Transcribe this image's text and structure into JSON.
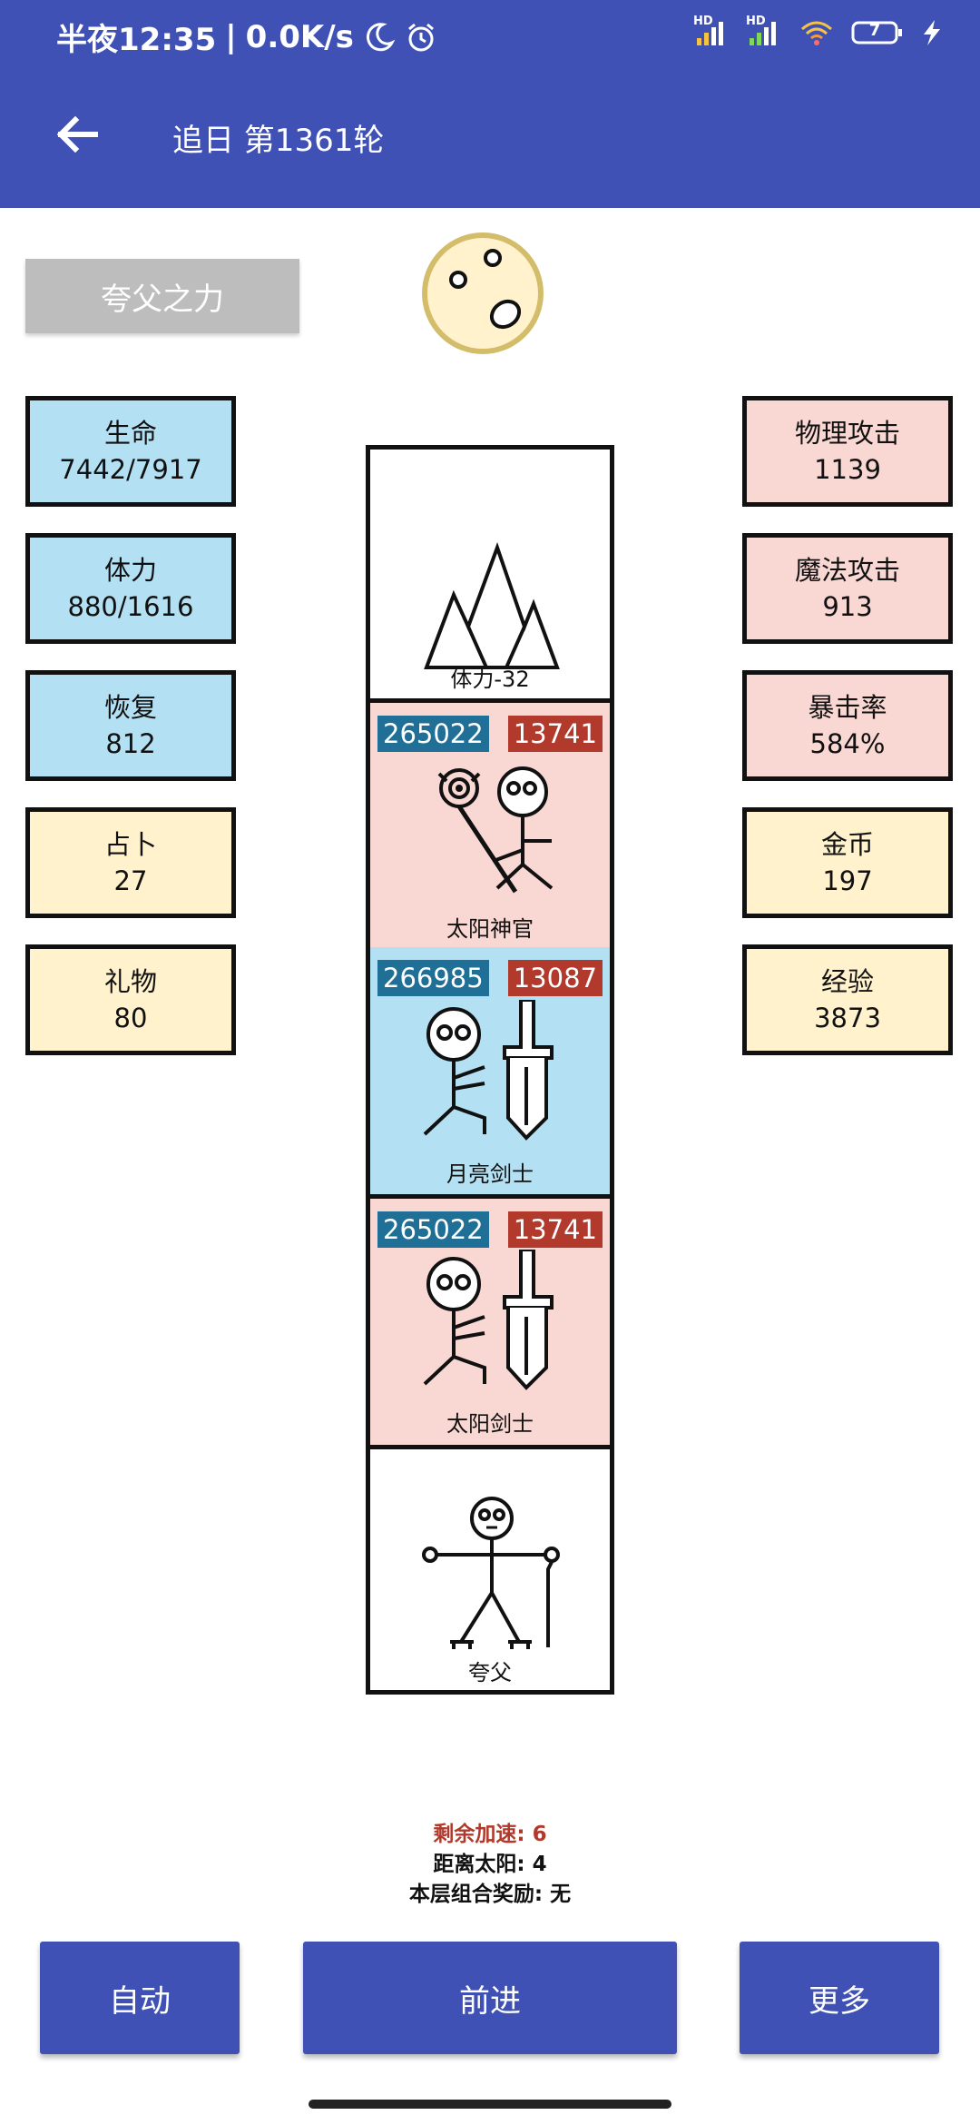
{
  "status_bar": {
    "time": "半夜12:35",
    "speed": "0.0K/s",
    "separator": "|",
    "network_1": "HD",
    "network_2": "HD",
    "battery": "7"
  },
  "header": {
    "title": "追日 第1361轮"
  },
  "power_button": "夸父之力",
  "left_stats": [
    {
      "label": "生命",
      "value": "7442/7917"
    },
    {
      "label": "体力",
      "value": "880/1616"
    },
    {
      "label": "恢复",
      "value": "812"
    },
    {
      "label": "占卜",
      "value": "27"
    },
    {
      "label": "礼物",
      "value": "80"
    }
  ],
  "right_stats": [
    {
      "label": "物理攻击",
      "value": "1139"
    },
    {
      "label": "魔法攻击",
      "value": "913"
    },
    {
      "label": "暴击率",
      "value": "584%"
    },
    {
      "label": "金币",
      "value": "197"
    },
    {
      "label": "经验",
      "value": "3873"
    }
  ],
  "tower": {
    "cells": [
      {
        "caption": "体力-32",
        "icon": "mountain-icon"
      },
      {
        "caption": "太阳神官",
        "hp": "265022",
        "atk": "13741",
        "icon": "sun-priest-icon",
        "color": "#f9d7d3"
      },
      {
        "caption": "月亮剑士",
        "hp": "266985",
        "atk": "13087",
        "icon": "moon-swordsman-icon",
        "color": "#b3e0f2"
      },
      {
        "caption": "太阳剑士",
        "hp": "265022",
        "atk": "13741",
        "icon": "sun-swordsman-icon",
        "color": "#f9d7d3"
      },
      {
        "caption": "夸父",
        "icon": "kuafu-icon"
      }
    ]
  },
  "info": {
    "accel": "剩余加速: 6",
    "distance": "距离太阳: 4",
    "bonus": "本层组合奖励: 无"
  },
  "buttons": {
    "auto": "自动",
    "forward": "前进",
    "more": "更多"
  },
  "colors": {
    "primary": "#3f51b5",
    "blue_box": "#b3e0f2",
    "pink_box": "#f9d7d3",
    "yellow_box": "#fff2cc",
    "hp_badge": "#1f6f96",
    "atk_badge": "#b23a2d",
    "accent_text": "#b0392b"
  }
}
